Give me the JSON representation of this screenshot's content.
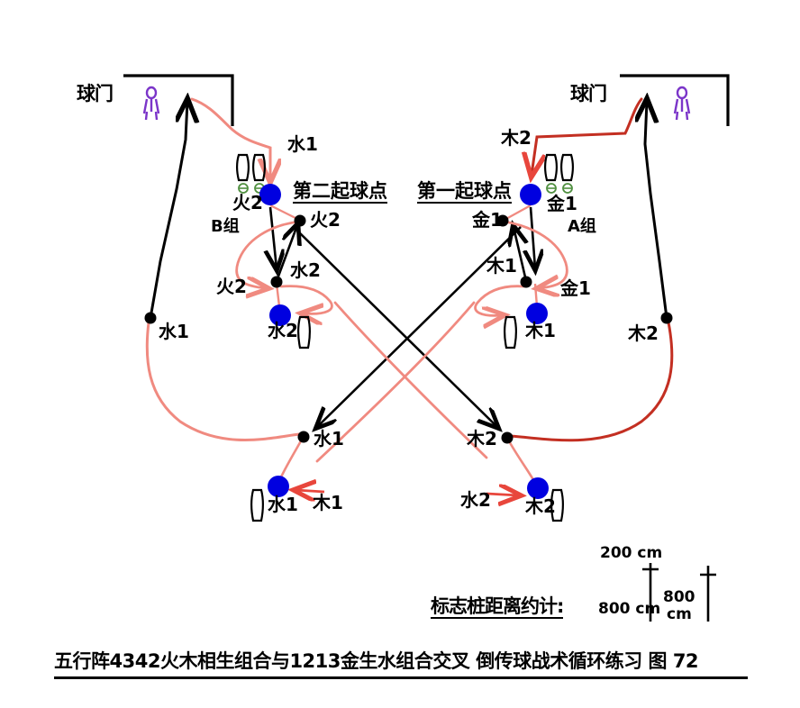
{
  "diagram": {
    "caption": "五行阵4342火木相生组合与1213金生水组合交叉 倒传球战术循环练习 图 72",
    "colors": {
      "player": "#0000e0",
      "path_red": "#e8463c",
      "path_pink": "#f08a80",
      "line_black": "#000000",
      "keeper_purple": "#7b35c9",
      "cone_green": "#4f8f3f"
    },
    "goals": [
      {
        "id": "goal-left",
        "label": "球门"
      },
      {
        "id": "goal-right",
        "label": "球门"
      }
    ],
    "start_points": [
      {
        "id": "start-point-second",
        "label": "第二起球点"
      },
      {
        "id": "start-point-first",
        "label": "第一起球点"
      }
    ],
    "groups": [
      {
        "id": "group-b",
        "label": "B组"
      },
      {
        "id": "group-a",
        "label": "A组"
      }
    ],
    "markers": [
      {
        "id": "m-shui1-top-left",
        "label": "水1"
      },
      {
        "id": "m-mu2-top-right",
        "label": "木2"
      },
      {
        "id": "m-huo2-cone-left",
        "label": "火2"
      },
      {
        "id": "m-jin1-player-right",
        "label": "金1"
      },
      {
        "id": "m-huo2-node-left",
        "label": "火2"
      },
      {
        "id": "m-jin1-node-right",
        "label": "金1"
      },
      {
        "id": "m-shui2-node-left",
        "label": "水2"
      },
      {
        "id": "m-mu1-node-right",
        "label": "木1"
      },
      {
        "id": "m-huo2-mid-left",
        "label": "火2"
      },
      {
        "id": "m-jin1-mid-right",
        "label": "金1"
      },
      {
        "id": "m-shui2-player-left",
        "label": "水2"
      },
      {
        "id": "m-mu1-player-right",
        "label": "木1"
      },
      {
        "id": "m-shui1-far-left",
        "label": "水1"
      },
      {
        "id": "m-mu2-far-right",
        "label": "木2"
      },
      {
        "id": "m-shui1-bottom-node",
        "label": "水1"
      },
      {
        "id": "m-mu2-bottom-node",
        "label": "木2"
      },
      {
        "id": "m-shui1-bottom-player",
        "label": "水1"
      },
      {
        "id": "m-mu1-bottom",
        "label": "木1"
      },
      {
        "id": "m-shui2-bottom",
        "label": "水2"
      },
      {
        "id": "m-mu2-bottom-player",
        "label": "木2"
      }
    ],
    "scale": {
      "title": "标志桩距离约计:",
      "top_label": "200 cm",
      "left_label": "800 cm",
      "right_label_top": "800",
      "right_label_bottom": "cm"
    }
  }
}
